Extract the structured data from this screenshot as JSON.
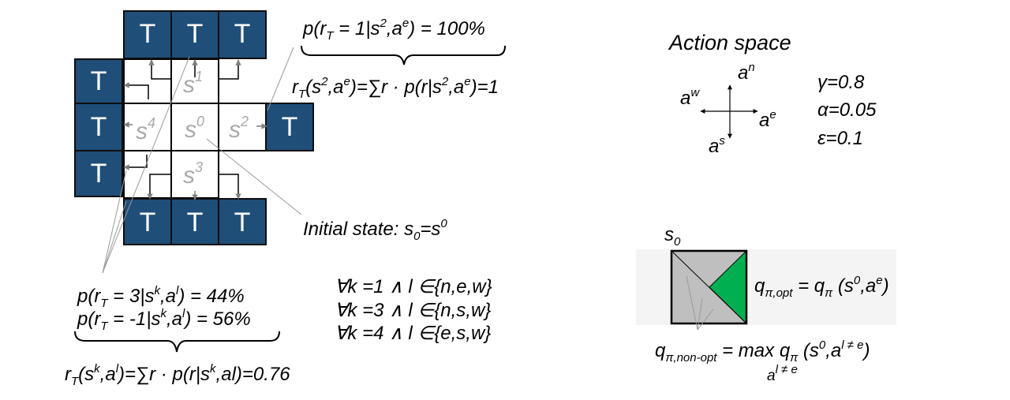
{
  "grid": {
    "terminal_label": "T",
    "colors": {
      "terminal": "#1f4e79",
      "terminal_border": "#0d0d0d",
      "state_text": "#a9a9a9",
      "optimal": "#00b050",
      "non_optimal": "#bfbfbf"
    },
    "states": {
      "s1": {
        "base": "s",
        "sup": "1"
      },
      "s4": {
        "base": "s",
        "sup": "4"
      },
      "s0": {
        "base": "s",
        "sup": "0"
      },
      "s2": {
        "base": "s",
        "sup": "2"
      },
      "s3": {
        "base": "s",
        "sup": "3"
      }
    }
  },
  "annotations": {
    "prob_top": {
      "lead": "p(r",
      "sub": "T",
      "mid": " = 1|s",
      "sup1": "2",
      "mid2": ",a",
      "sup2": "e",
      "tail": ") = 100%"
    },
    "reward_top": {
      "lead": "r",
      "sub": "T",
      "a": "(s",
      "sup1": "2",
      "b": ",a",
      "sup2": "e",
      "c": ")=∑r · p(r|s",
      "sup3": "2",
      "d": ",a",
      "sup4": "e",
      "e": ")=1"
    },
    "initial_state": {
      "lead": "Initial state: s",
      "sub": "0",
      "mid": "=s",
      "sup": "0"
    },
    "prob_44": {
      "lead": "p(r",
      "sub": "T",
      "a": " = 3|s",
      "sup1": "k",
      "b": ",a",
      "sup2": "l",
      "c": ") = 44%"
    },
    "prob_56": {
      "lead": "p(r",
      "sub": "T",
      "a": " = -1|s",
      "sup1": "k",
      "b": ",a",
      "sup2": "l",
      "c": ") = 56%"
    },
    "conditions": [
      "∀k =1 ∧ l ∈{n,e,w}",
      "∀k =3 ∧ l ∈{n,s,w}",
      "∀k =4 ∧ l ∈{e,s,w}"
    ],
    "reward_bottom": {
      "lead": "r",
      "sub": "T",
      "a": "(s",
      "sup1": "k",
      "b": ",a",
      "sup2": "l",
      "c": ")=∑r · p(r|s",
      "sup3": "k",
      "d": ",al)=0.76"
    }
  },
  "action_space": {
    "title": "Action space",
    "north": {
      "base": "a",
      "sup": "n"
    },
    "west": {
      "base": "a",
      "sup": "w"
    },
    "east": {
      "base": "a",
      "sup": "e"
    },
    "south": {
      "base": "a",
      "sup": "s"
    }
  },
  "params": [
    "γ=0.8",
    "α=0.05",
    "ε=0.1"
  ],
  "q_panel": {
    "state": {
      "base": "s",
      "sub": "0"
    },
    "q_opt": {
      "q": "q",
      "sub": "π,opt",
      "eq": " = q",
      "sub2": "π",
      "a": " (s",
      "sup1": "0",
      "b": ",a",
      "sup2": "e",
      "c": ")"
    },
    "q_nonopt": {
      "q": "q",
      "sub": "π,non-opt",
      "eq": " = max",
      "q2": " q",
      "sub2": "π",
      "a": " (s",
      "sup1": "0",
      "b": ",a",
      "sup2": "l ≠ e",
      "c": ")"
    },
    "max_sub": {
      "base": "a",
      "sup": "l ≠ e"
    }
  }
}
